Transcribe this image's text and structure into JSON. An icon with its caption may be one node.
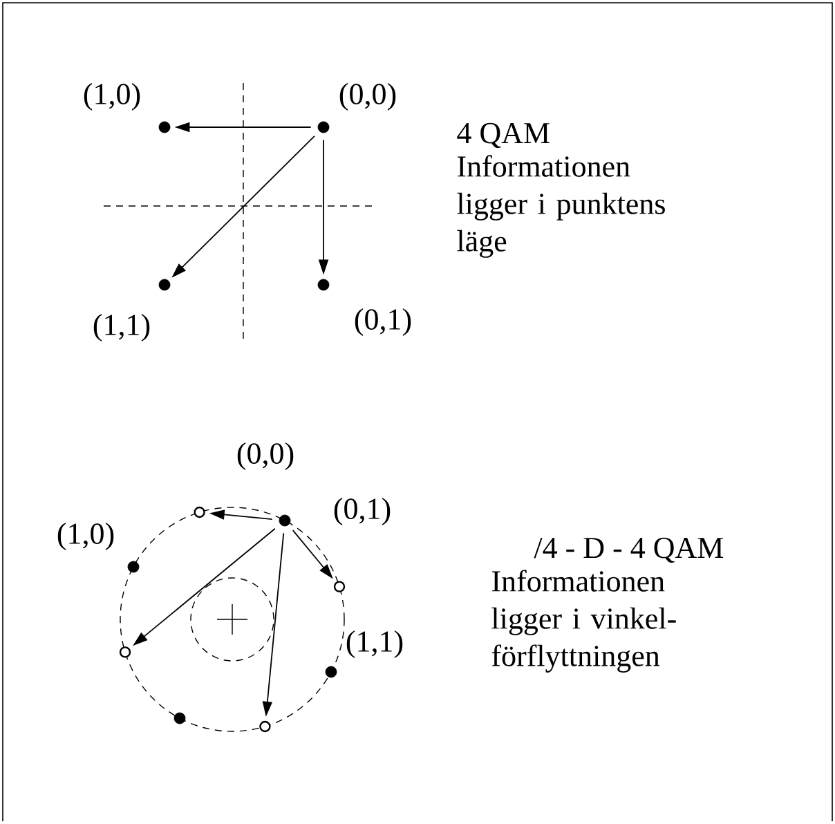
{
  "diagram": {
    "nodes": [
      {
        "text": [],
        "shape": "dot",
        "beside": [
          "(1,0)"
        ]
      },
      {
        "text": [],
        "shape": "dot",
        "beside": [
          "(0,0)"
        ]
      },
      {
        "text": [],
        "shape": "dot",
        "beside": [
          "(1,1)"
        ]
      },
      {
        "text": [],
        "shape": "dot",
        "beside": [
          "(0,1)"
        ]
      },
      {
        "text": [],
        "shape": "dot"
      },
      {
        "text": [],
        "shape": "circle"
      },
      {
        "text": [],
        "shape": "dot"
      },
      {
        "text": [],
        "shape": "circle"
      },
      {
        "text": [],
        "shape": "dot"
      },
      {
        "text": [],
        "shape": "circle"
      },
      {
        "text": [],
        "shape": "dot"
      },
      {
        "text": [],
        "shape": "circle"
      }
    ],
    "edges": [
      {
        "from": 1,
        "to": 0,
        "arrow": "to"
      },
      {
        "from": 1,
        "to": 2,
        "arrow": "to"
      },
      {
        "from": 1,
        "to": 3,
        "arrow": "to"
      },
      {
        "from": 4,
        "to": 5,
        "arrow": "to"
      },
      {
        "from": 4,
        "to": 7,
        "arrow": "to"
      },
      {
        "from": 4,
        "to": 9,
        "arrow": "to"
      },
      {
        "from": 4,
        "to": 11,
        "arrow": "to"
      }
    ],
    "labels": [
      "4 QAM",
      "Informationen ligger i punktens läge",
      "(0,0)",
      "(1,0)",
      "(0,1)",
      "(1,1)",
      "/4 - D - 4 QAM",
      "Informationen ligger i vinkel- förflyttningen"
    ]
  }
}
